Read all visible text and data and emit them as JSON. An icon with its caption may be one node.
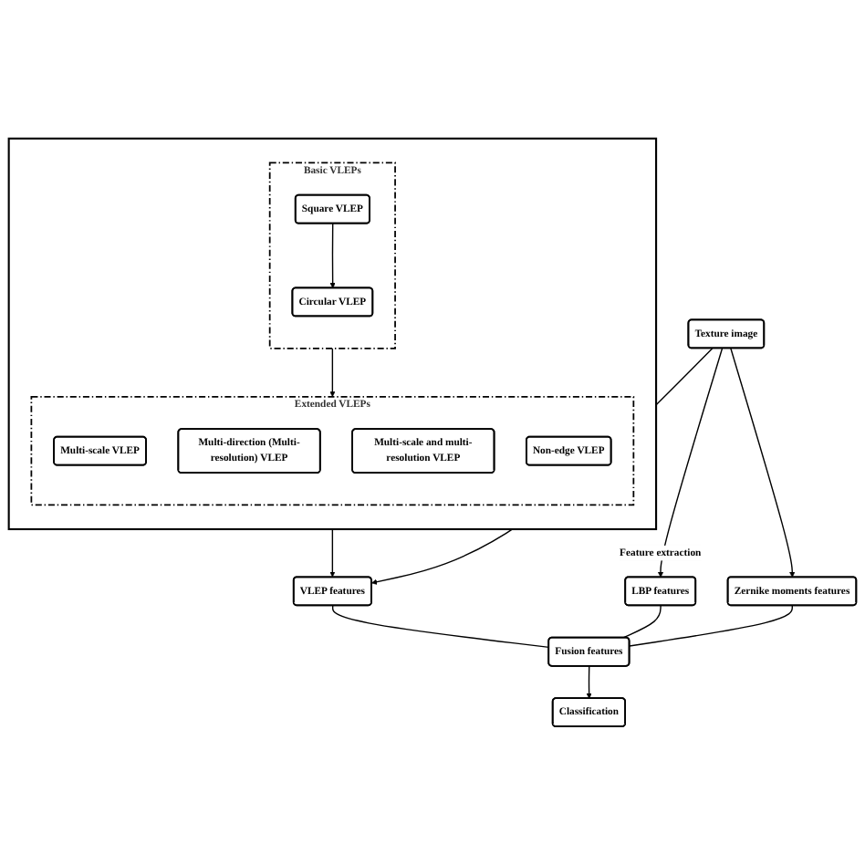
{
  "diagram": {
    "nodes": [
      {
        "text": [],
        "shape": "box"
      },
      {
        "text": [
          "Basic VLEPs"
        ],
        "in": 0
      },
      {
        "text": [
          "Square VLEP"
        ],
        "in": 1
      },
      {
        "text": [
          "Circular VLEP"
        ],
        "in": 1
      },
      {
        "text": [
          "Extended VLEPs"
        ],
        "in": 0
      },
      {
        "text": [
          "Multi-scale VLEP"
        ],
        "in": 4
      },
      {
        "text": [
          "Multi-direction (Multi-resolution) VLEP"
        ],
        "in": 4
      },
      {
        "text": [
          "Multi-scale and multi-resolution VLEP"
        ],
        "in": 4
      },
      {
        "text": [
          "Non-edge VLEP"
        ],
        "in": 4
      },
      {
        "text": [
          "Texture image"
        ]
      },
      {
        "text": [
          "VLEP features"
        ]
      },
      {
        "text": [
          "LBP features"
        ]
      },
      {
        "text": [
          "Zernike moments features"
        ]
      },
      {
        "text": [
          "Fusion features"
        ]
      },
      {
        "text": [
          "Classification"
        ]
      }
    ],
    "edges": [
      {
        "from": 1,
        "to": 4,
        "arrow": "to"
      },
      {
        "from": 2,
        "to": 3,
        "arrow": "to"
      },
      {
        "from": 0,
        "to": 10,
        "arrow": "to"
      },
      {
        "from": 9,
        "to": 10,
        "arrow": "to"
      },
      {
        "from": 9,
        "to": 11,
        "arrow": "to",
        "label": "Feature extraction"
      },
      {
        "from": 9,
        "to": 12,
        "arrow": "to"
      },
      {
        "from": 10,
        "to": 13,
        "arrow": "none"
      },
      {
        "from": 11,
        "to": 13,
        "arrow": "none"
      },
      {
        "from": 12,
        "to": 13,
        "arrow": "none"
      },
      {
        "from": 13,
        "to": 14,
        "arrow": "to"
      }
    ]
  }
}
